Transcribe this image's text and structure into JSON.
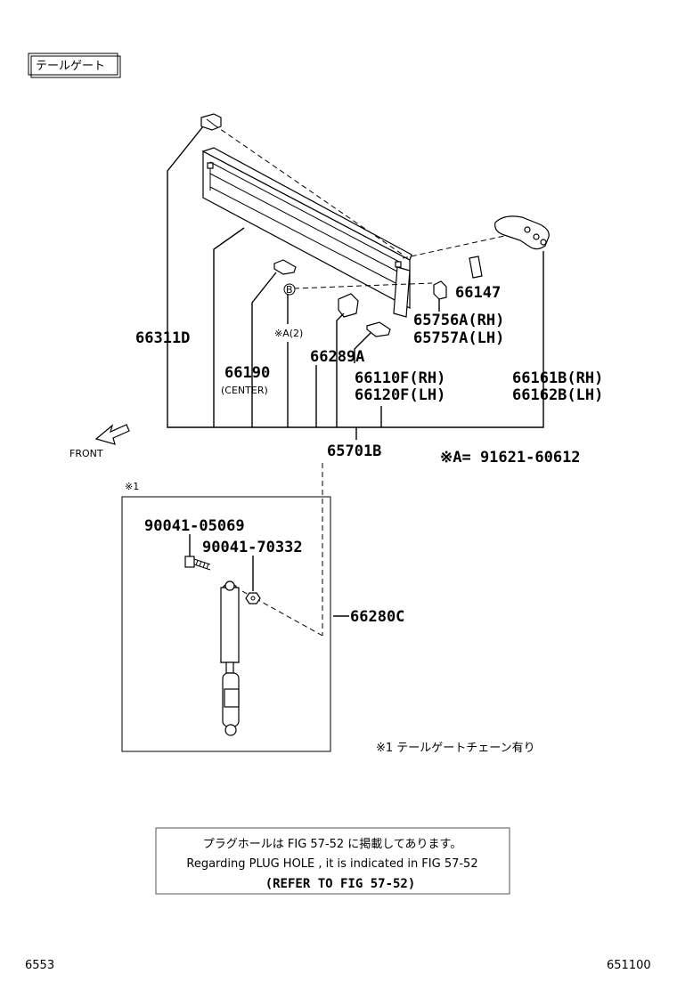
{
  "section_title": "テールゲート",
  "parts": {
    "tailgate_panel": "66311D",
    "clip_center": "66190",
    "clip_center_note": "(CENTER)",
    "bolt_a": "※A(2)",
    "marker_b": "B",
    "bracket": "66289A",
    "hinge_rh": "66110F(RH)",
    "hinge_lh": "66120F(LH)",
    "hinge_plate_rh": "66161B(RH)",
    "hinge_plate_lh": "66162B(LH)",
    "cover_66147": "66147",
    "cap_rh": "65756A(RH)",
    "cap_lh": "65757A(LH)",
    "assembly": "65701B",
    "note_a": "※A= 91621-60612",
    "bolt_90041_05069": "90041-05069",
    "nut_90041_70332": "90041-70332",
    "damper": "66280C"
  },
  "front_label": "FRONT",
  "box_mark": "※1",
  "footnote": "※1  テールゲートチェーン有り",
  "notice": {
    "line1": "プラグホールは FIG 57-52 に掲載してあります。",
    "line2": "Regarding PLUG HOLE , it is indicated in FIG 57-52",
    "line3": "(REFER TO FIG 57-52)"
  },
  "footer": {
    "left": "6553",
    "right": "651100"
  }
}
